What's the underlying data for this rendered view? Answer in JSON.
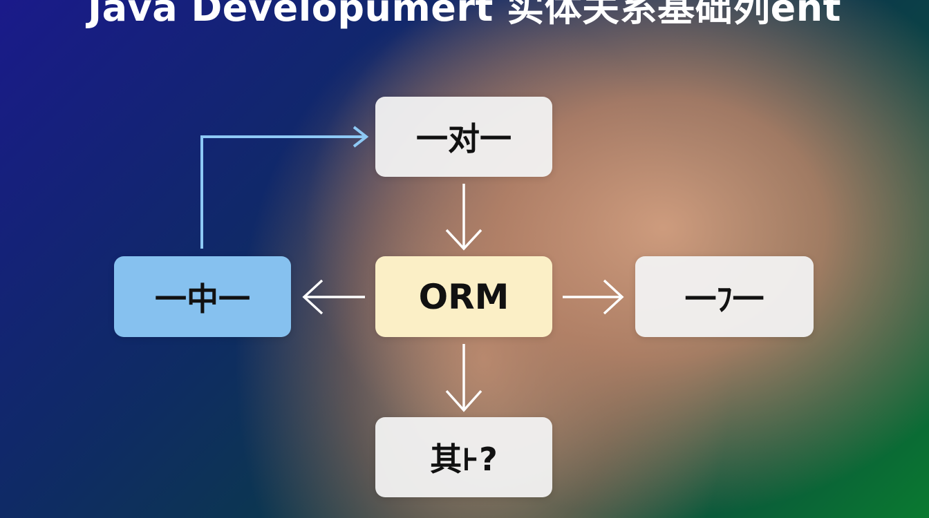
{
  "title": "Java Developumert 实体关系基础列ent",
  "nodes": {
    "top": "一对一",
    "center": "ORM",
    "left": "一中一",
    "right": "一ﾌ一",
    "bottom": "其⊦?"
  },
  "colors": {
    "node_light": "#f2f2f2",
    "node_center": "#fbefc6",
    "node_left": "#86c1ef",
    "loop_arrow": "#8ec9f5",
    "arrow": "#ffffff",
    "title": "#ffffff"
  }
}
